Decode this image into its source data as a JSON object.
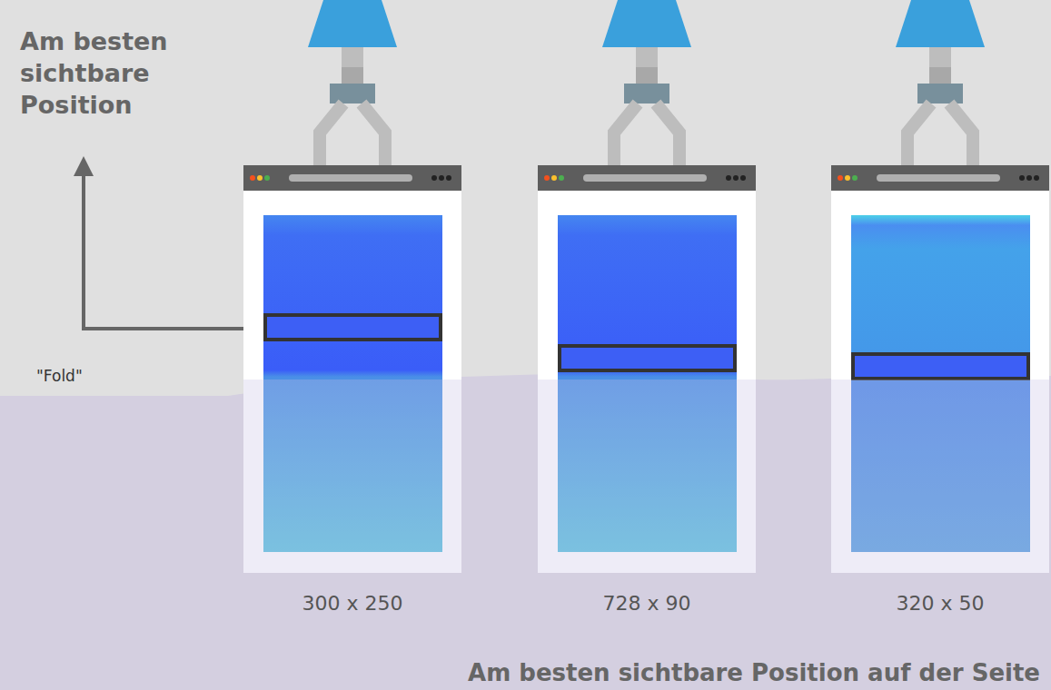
{
  "diagram": {
    "caption": "Am besten sichtbare Position auf der Seite",
    "nodes": [
      {
        "text": [
          "300 x 250"
        ]
      },
      {
        "text": [
          "728 x 90"
        ]
      },
      {
        "text": [
          "320 x 50"
        ]
      }
    ],
    "labels": [
      "Am besten sichtbare Position",
      "\"Fold\""
    ]
  }
}
